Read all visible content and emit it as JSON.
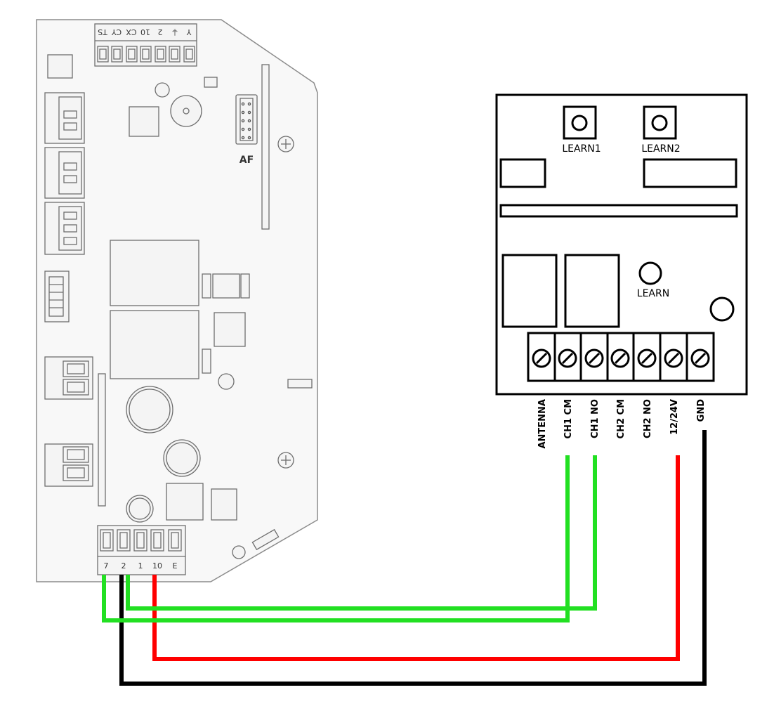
{
  "controller_board": {
    "top_terminal_labels": [
      "TS",
      "CY",
      "CX",
      "10",
      "2",
      "⏚",
      "Y"
    ],
    "bottom_terminal_labels": [
      "7",
      "2",
      "1",
      "10",
      "E"
    ],
    "connector_label": "AF"
  },
  "receiver": {
    "button_labels": [
      "LEARN1",
      "LEARN2"
    ],
    "learn_label": "LEARN",
    "terminal_labels": [
      "ANTENNA",
      "CH1 CM",
      "CH1 NO",
      "CH2 CM",
      "CH2 NO",
      "12/24V",
      "GND"
    ]
  },
  "wires": [
    {
      "name": "wire-7-to-ch1-cm",
      "from": "7",
      "to": "CH1 CM",
      "color": "#22e022"
    },
    {
      "name": "wire-2-to-ch1-no",
      "from": "2",
      "to": "CH1 NO",
      "color": "#22e022"
    },
    {
      "name": "wire-10-to-12-24v",
      "from": "10",
      "to": "12/24V",
      "color": "#ff0000"
    },
    {
      "name": "wire-2-to-gnd",
      "from": "2",
      "to": "GND",
      "color": "#000000"
    }
  ]
}
